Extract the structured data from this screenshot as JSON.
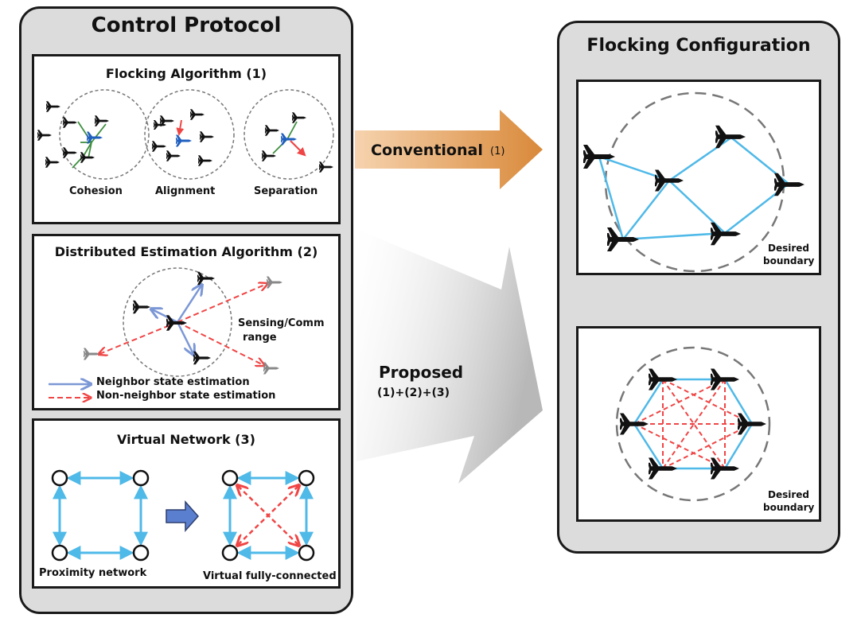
{
  "control_protocol": {
    "title": "Control Protocol",
    "flocking": {
      "title": "Flocking Algorithm (1)",
      "labels": [
        "Cohesion",
        "Alignment",
        "Separation"
      ]
    },
    "estimation": {
      "title": "Distributed Estimation Algorithm (2)",
      "range_label_1": "Sensing/Comm",
      "range_label_2": "range",
      "legend": [
        "Neighbor state estimation",
        "Non-neighbor state estimation"
      ]
    },
    "virtual": {
      "title": "Virtual Network (3)",
      "left_label": "Proximity network",
      "right_label": "Virtual fully-connected"
    }
  },
  "arrows": {
    "conventional": "Conventional",
    "conventional_sub": "(1)",
    "proposed": "Proposed",
    "proposed_sub": "(1)+(2)+(3)"
  },
  "flocking_configuration": {
    "title": "Flocking Configuration",
    "top_caption_1": "Desired",
    "top_caption_2": "boundary",
    "bottom_caption_1": "Desired",
    "bottom_caption_2": "boundary"
  },
  "colors": {
    "panel_bg": "#dcdcdc",
    "neighbor_link": "#4fb9e8",
    "non_neighbor_link": "#f04545",
    "estimation_arrow": "#7b97d6",
    "conventional_arrow": "#d9893a",
    "proposed_arrow": "#b8b8b8",
    "own_agent": "#1f5fbf"
  }
}
